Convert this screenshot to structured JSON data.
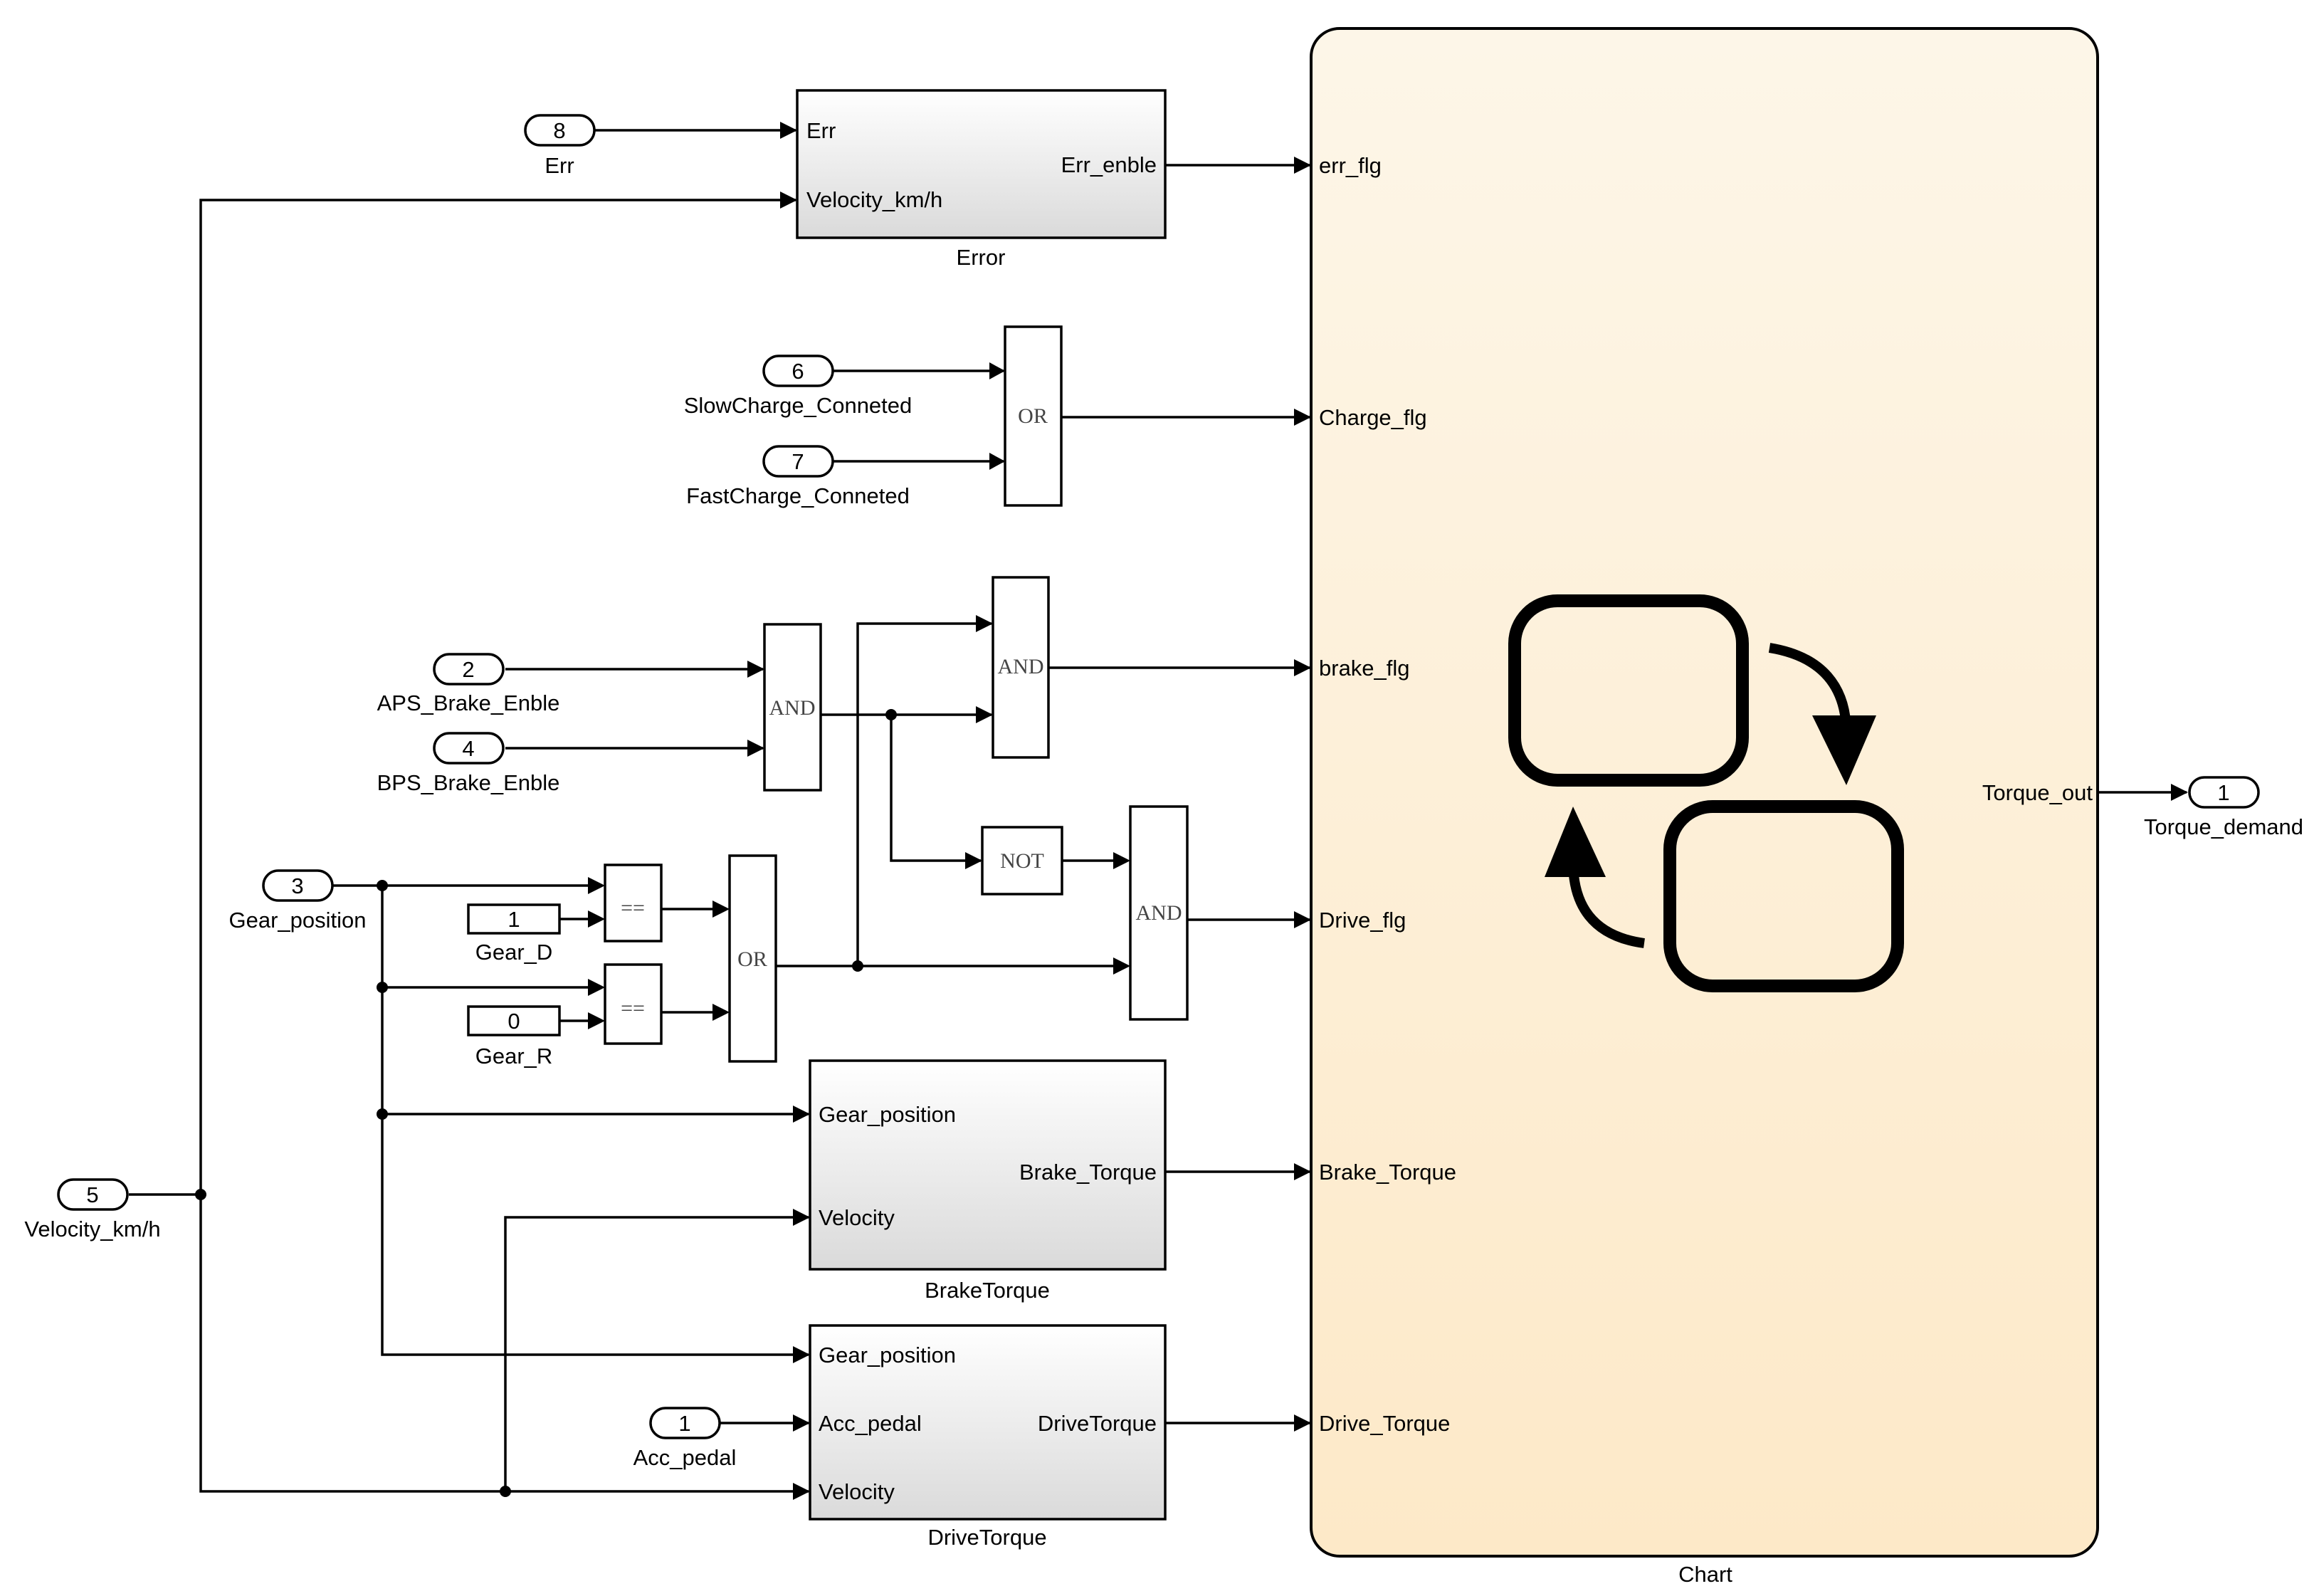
{
  "inports": [
    {
      "num": "8",
      "name": "Err"
    },
    {
      "num": "6",
      "name": "SlowCharge_Conneted"
    },
    {
      "num": "7",
      "name": "FastCharge_Conneted"
    },
    {
      "num": "2",
      "name": "APS_Brake_Enble"
    },
    {
      "num": "4",
      "name": "BPS_Brake_Enble"
    },
    {
      "num": "3",
      "name": "Gear_position"
    },
    {
      "num": "5",
      "name": "Velocity_km/h"
    },
    {
      "num": "1",
      "name": "Acc_pedal"
    }
  ],
  "constants": [
    {
      "value": "1",
      "name": "Gear_D"
    },
    {
      "value": "0",
      "name": "Gear_R"
    }
  ],
  "logic": {
    "or": "OR",
    "and": "AND",
    "not": "NOT",
    "equal": "=="
  },
  "subsystems": {
    "error": {
      "name": "Error",
      "in1": "Err",
      "in2": "Velocity_km/h",
      "out": "Err_enble"
    },
    "brake": {
      "name": "BrakeTorque",
      "in1": "Gear_position",
      "in2": "Velocity",
      "out": "Brake_Torque"
    },
    "drive": {
      "name": "DriveTorque",
      "in1": "Gear_position",
      "in2": "Acc_pedal",
      "in3": "Velocity",
      "out": "DriveTorque"
    }
  },
  "chart": {
    "name": "Chart",
    "inputs": [
      "err_flg",
      "Charge_flg",
      "brake_flg",
      "Drive_flg",
      "Brake_Torque",
      "Drive_Torque"
    ],
    "output": "Torque_out",
    "fill_top": "#fdf6e8",
    "fill_bottom": "#fde9c8"
  },
  "outport": {
    "num": "1",
    "name": "Torque_demand"
  }
}
